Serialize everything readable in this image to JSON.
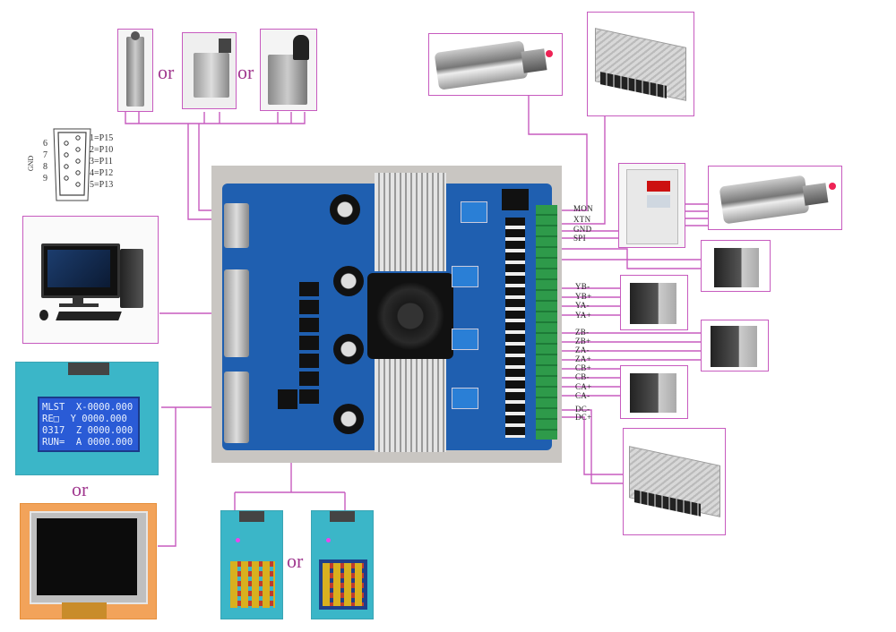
{
  "or_word": "or",
  "db9": {
    "left_pins": [
      "6",
      "7",
      "8",
      "9"
    ],
    "gnd_label": "GND",
    "right_pins": [
      "1=P15",
      "2=P10",
      "3=P11",
      "4=P12",
      "5=P13"
    ]
  },
  "terminal_labels": [
    "MON",
    "XTN",
    "GND",
    "SPI",
    "YB-",
    "YB+",
    "YA-",
    "YA+",
    "ZB-",
    "ZB+",
    "ZA-",
    "ZA+",
    "CB+",
    "CB-",
    "CA+",
    "CA-",
    "DC-",
    "DC+"
  ],
  "lcd": {
    "lines": [
      "MLST  X-0000.000",
      "RE□  Y 0000.000",
      "0317  Z 0000.000",
      "RUN=  A 0000.000"
    ]
  },
  "colors": {
    "wire": "#c75bbf",
    "board_blue": "#1f5fb0",
    "terminal_green": "#2e9a4a"
  }
}
